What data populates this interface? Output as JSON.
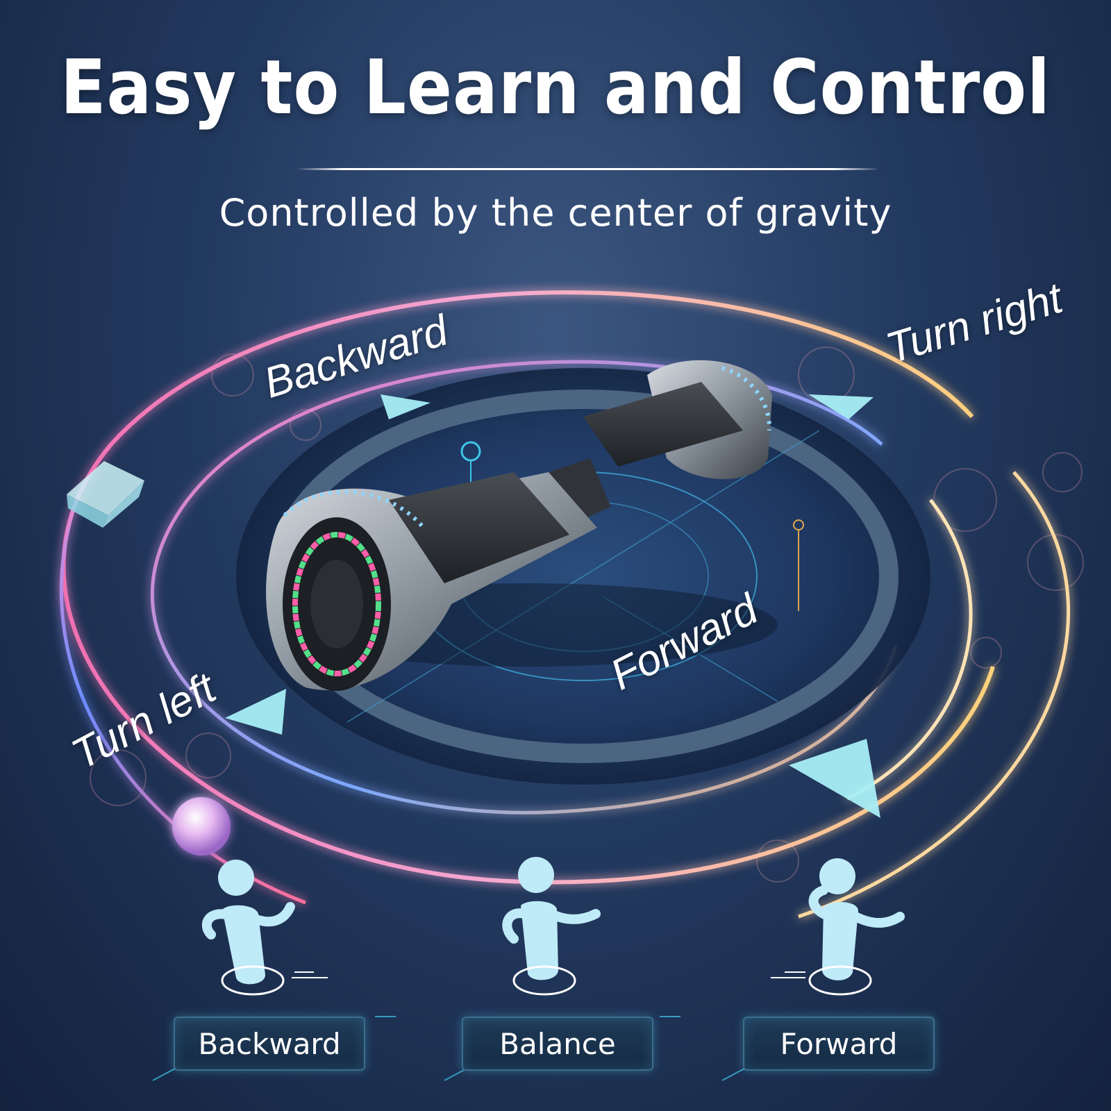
{
  "headline": "Easy to Learn and Control",
  "subline": "Controlled by the center of gravity",
  "directions": {
    "backward": "Backward",
    "turn_right": "Turn right",
    "turn_left": "Turn left",
    "forward": "Forward"
  },
  "modes": [
    {
      "label": "Backward",
      "icon": "rider-leaning-back-icon"
    },
    {
      "label": "Balance",
      "icon": "rider-upright-icon"
    },
    {
      "label": "Forward",
      "icon": "rider-leaning-forward-icon"
    }
  ],
  "colors": {
    "background": "#233a60",
    "ring_pink": "#f06fb0",
    "ring_blue": "#5a9cff",
    "ring_gold": "#ffd27a",
    "accent_cyan": "#a8eef5",
    "figure": "#bfeaf8"
  }
}
